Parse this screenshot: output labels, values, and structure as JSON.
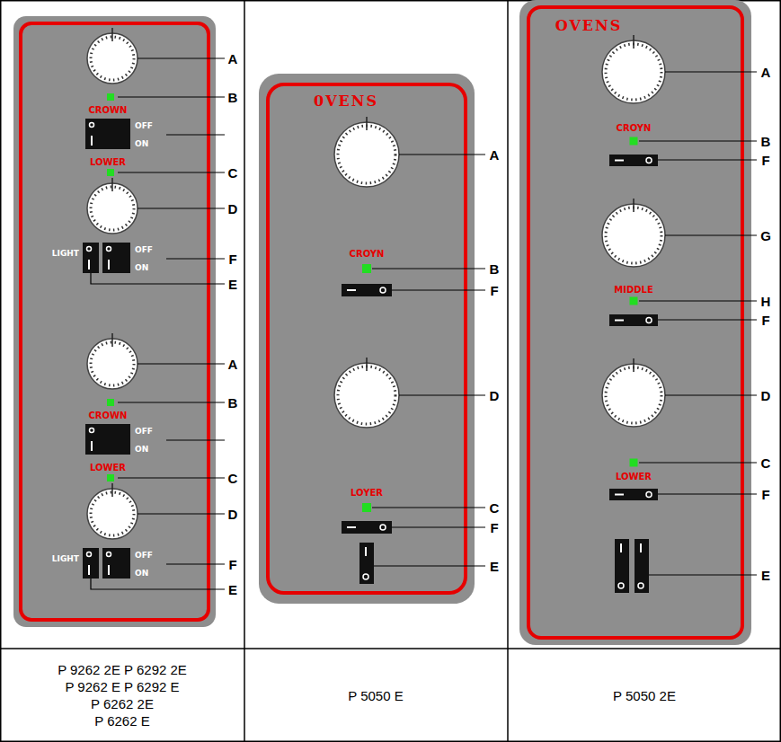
{
  "diagram": {
    "nodes": [
      {
        "text": [
          "CROWN",
          "OFF",
          "ON",
          "LOWER",
          "LIGHT",
          "OFF",
          "ON",
          "CROWN",
          "OFF",
          "ON",
          "LOWER",
          "LIGHT",
          "OFF",
          "ON"
        ]
      },
      {
        "text": [
          "0VENS",
          "CROYN",
          "LOYER"
        ]
      },
      {
        "text": [
          "OVENS",
          "CROYN",
          "MIDDLE",
          "LOWER"
        ]
      }
    ],
    "labels": [
      "A",
      "B",
      "C",
      "D",
      "F",
      "E",
      "A",
      "B",
      "C",
      "D",
      "F",
      "E",
      "A",
      "B",
      "F",
      "D",
      "C",
      "F",
      "E",
      "A",
      "B",
      "F",
      "G",
      "H",
      "F",
      "D",
      "C",
      "F",
      "E",
      "P 9262 2E P 6292 2E",
      "P 9262 E P 6292 E",
      "P 6262 2E",
      "P 6262 E",
      "P 5050 E",
      "P 5050 2E"
    ]
  }
}
